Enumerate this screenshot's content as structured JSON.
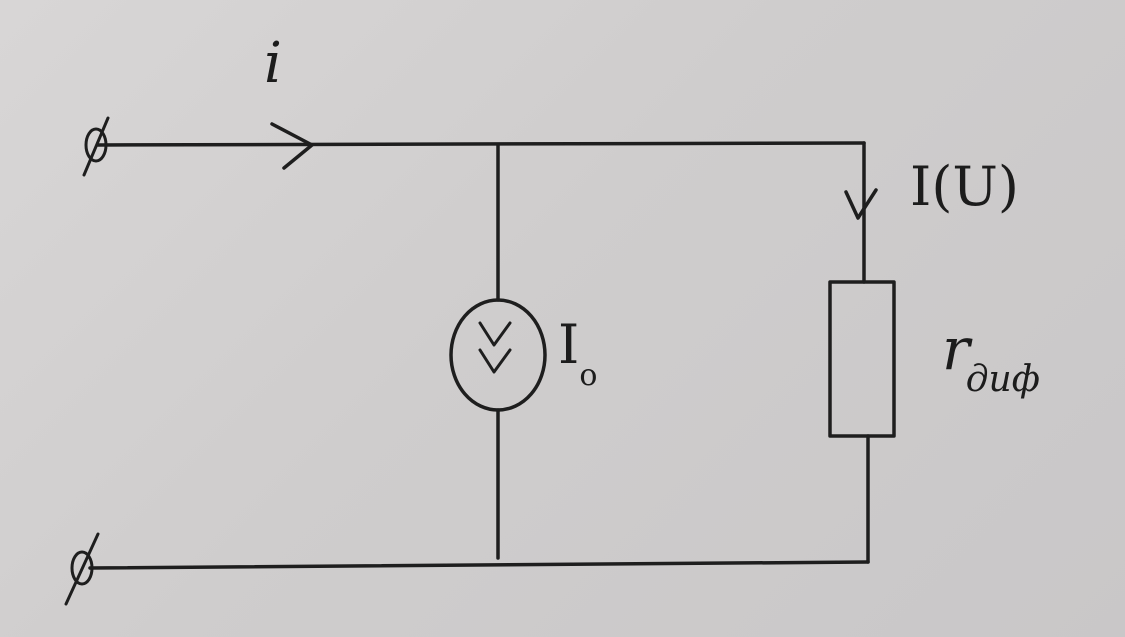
{
  "labels": {
    "input_current": "i",
    "branch_current": "I(U)",
    "source_main": "I",
    "source_sub": "o",
    "resistor_main": "r",
    "resistor_sub": "диф"
  }
}
